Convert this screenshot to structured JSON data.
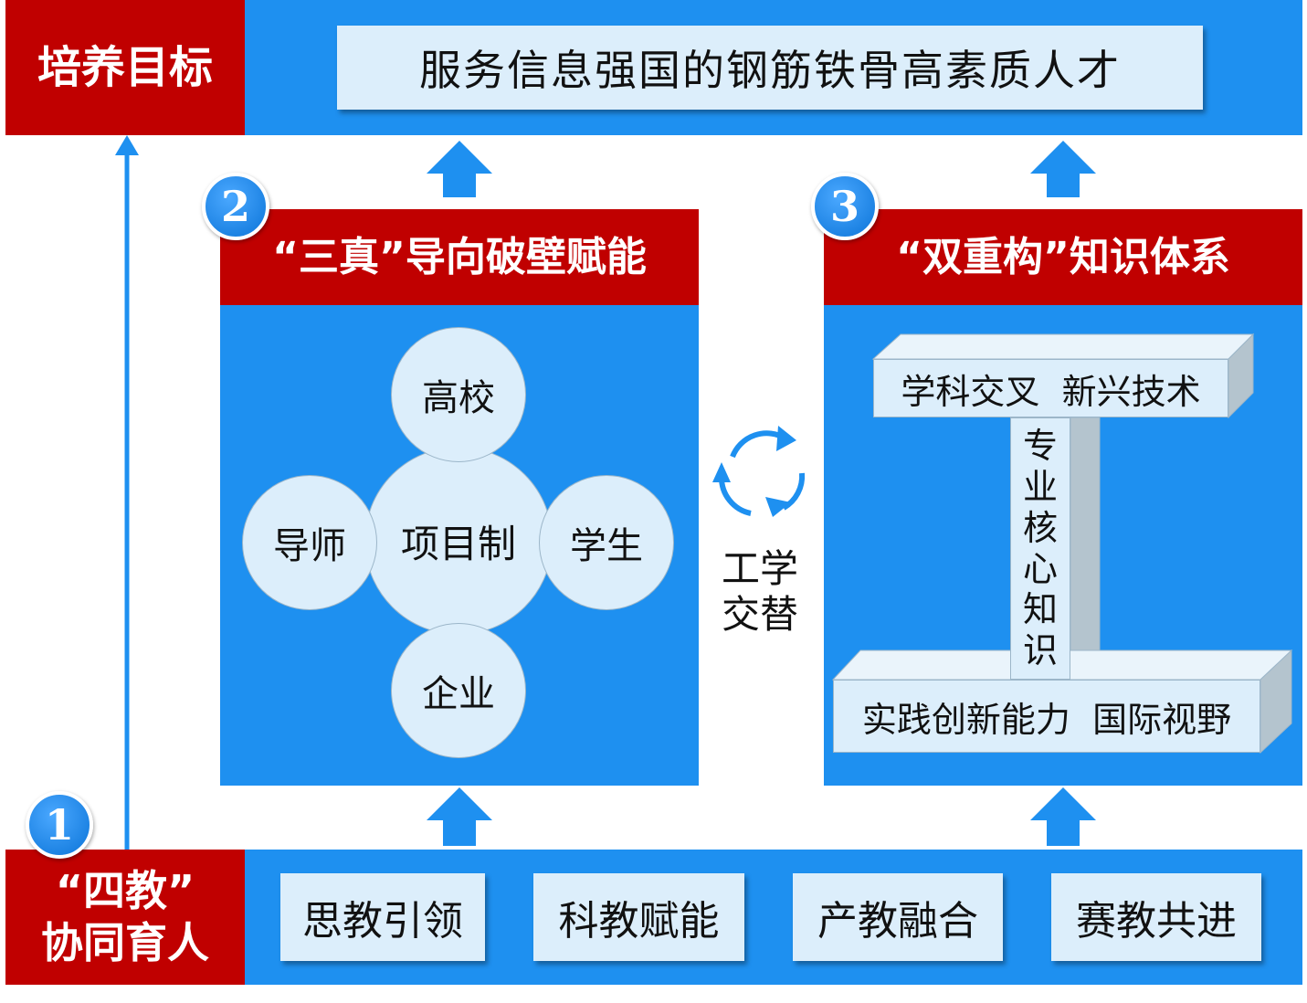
{
  "top": {
    "label": "培养目标",
    "goal": "服务信息强国的钢筋铁骨高素质人才"
  },
  "panel2": {
    "badge": "2",
    "title": "“三真”导向破壁赋能",
    "center": "项目制",
    "top": "高校",
    "left": "导师",
    "right": "学生",
    "bottom": "企业"
  },
  "middle": {
    "line1": "工学",
    "line2": "交替"
  },
  "panel3": {
    "badge": "3",
    "title": "“双重构”知识体系",
    "top_beam": "学科交叉  新兴技术",
    "column": "专业核心知识",
    "bottom_beam": "实践创新能力  国际视野"
  },
  "bottom": {
    "badge": "1",
    "label_line1": "“四教”",
    "label_line2": "协同育人",
    "items": [
      "思教引领",
      "科教赋能",
      "产教融合",
      "赛教共进"
    ]
  },
  "colors": {
    "red": "#c00000",
    "blue": "#1e90f0",
    "light": "#dceefb",
    "arrow": "#1e90f0"
  }
}
